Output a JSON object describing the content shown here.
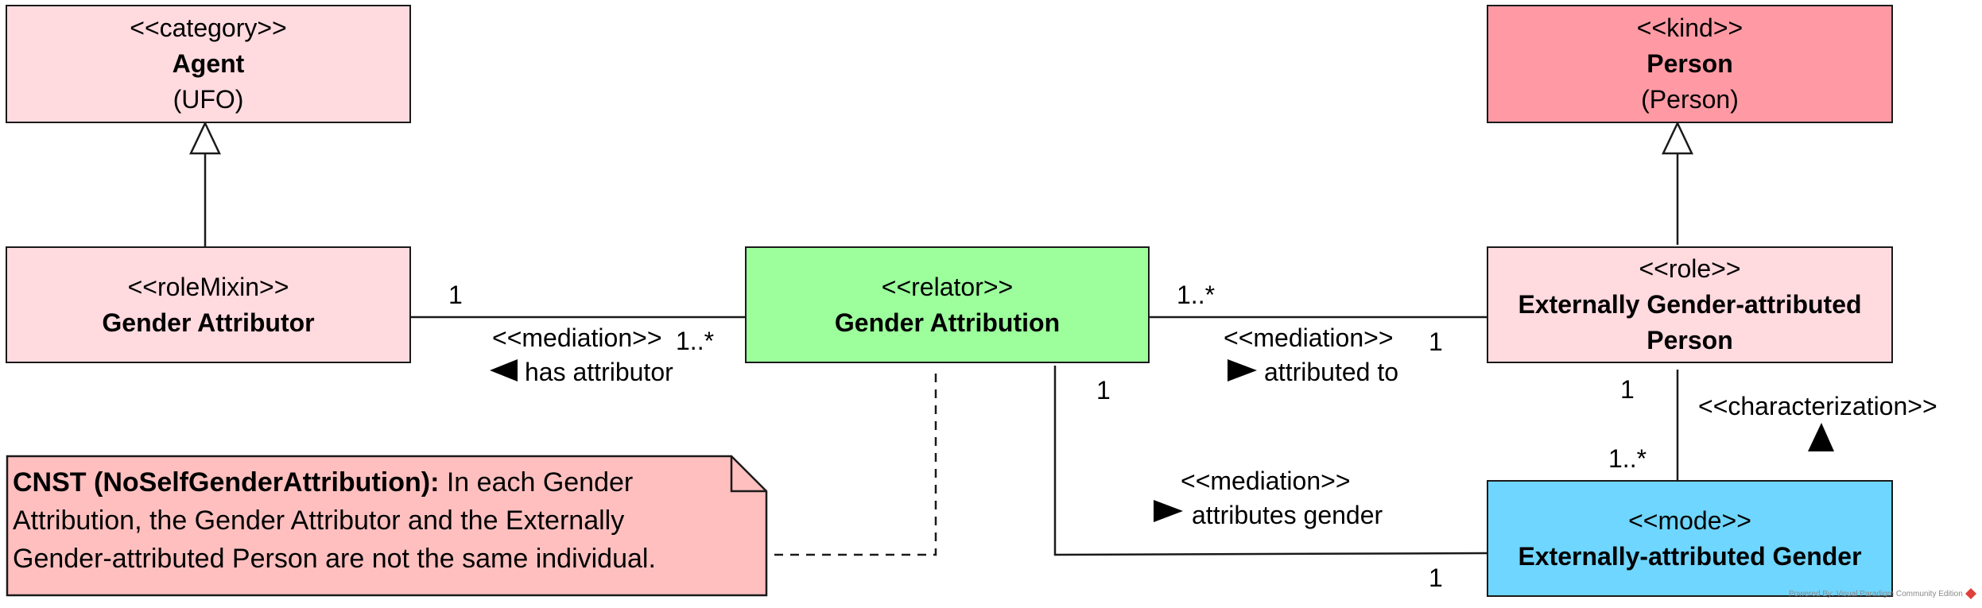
{
  "classes": {
    "agent": {
      "stereotype": "<<category>>",
      "name": "Agent",
      "origin": "(UFO)",
      "fill": "#ffdadf"
    },
    "person": {
      "stereotype": "<<kind>>",
      "name": "Person",
      "origin": "(Person)",
      "fill": "#ff9aa4"
    },
    "gender_attributor": {
      "stereotype": "<<roleMixin>>",
      "name": "Gender Attributor",
      "fill": "#ffdadf"
    },
    "gender_attribution": {
      "stereotype": "<<relator>>",
      "name": "Gender Attribution",
      "fill": "#9cff9c"
    },
    "externally_gender_attributed_person": {
      "stereotype": "<<role>>",
      "name_line1": "Externally Gender-attributed",
      "name_line2": "Person",
      "fill": "#ffdadf"
    },
    "externally_attributed_gender": {
      "stereotype": "<<mode>>",
      "name": "Externally-attributed Gender",
      "fill": "#6fd6ff"
    }
  },
  "associations": {
    "has_attributor": {
      "stereotype": "<<mediation>>",
      "name": "has attributor",
      "mult_source": "1",
      "mult_target": "1..*"
    },
    "attributed_to": {
      "stereotype": "<<mediation>>",
      "name": "attributed to",
      "mult_source": "1..*",
      "mult_target": "1"
    },
    "attributes_gender": {
      "stereotype": "<<mediation>>",
      "name": "attributes gender",
      "mult_source": "1",
      "mult_target": "1"
    },
    "characterization": {
      "stereotype": "<<characterization>>",
      "mult_source": "1",
      "mult_target": "1..*"
    }
  },
  "note": {
    "title": "CNST (NoSelfGenderAttribution):",
    "text_line1": " In each Gender",
    "text_line2": "Attribution, the Gender Attributor and the Externally",
    "text_line3": "Gender-attributed Person are not the same individual.",
    "fill": "#ffbfbf"
  },
  "watermark": "Powered By: Visual Paradigm Community Edition"
}
